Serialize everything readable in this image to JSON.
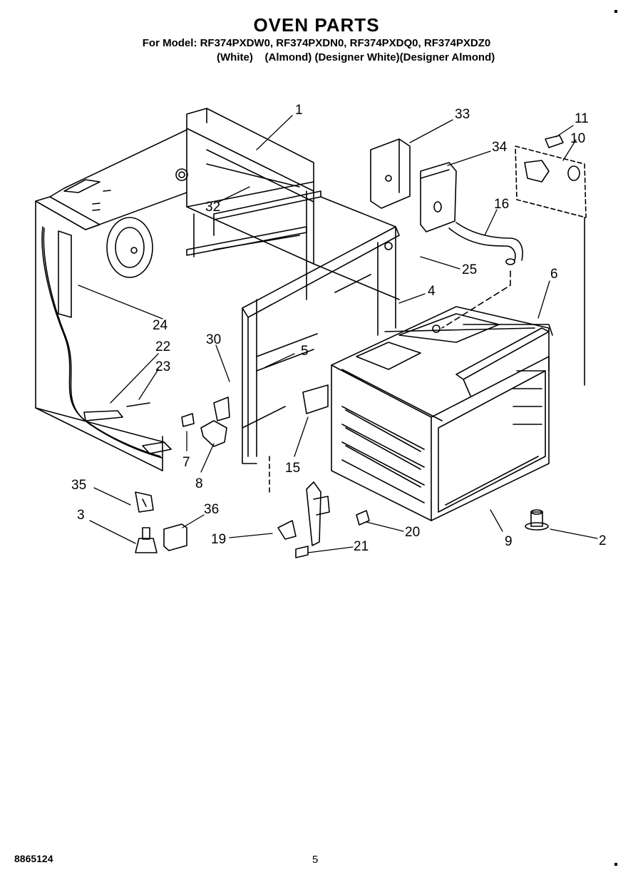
{
  "header": {
    "title": "OVEN PARTS",
    "models": "For Model: RF374PXDW0, RF374PXDN0, RF374PXDQ0, RF374PXDZ0",
    "variants": "(White)    (Almond) (Designer White)(Designer Almond)"
  },
  "footer": {
    "doc_number": "8865124",
    "page_number": "5"
  },
  "callouts": [
    {
      "id": "c1",
      "label": "1"
    },
    {
      "id": "c33",
      "label": "33"
    },
    {
      "id": "c11",
      "label": "11"
    },
    {
      "id": "c10",
      "label": "10"
    },
    {
      "id": "c34",
      "label": "34"
    },
    {
      "id": "c32",
      "label": "32"
    },
    {
      "id": "c16",
      "label": "16"
    },
    {
      "id": "c25",
      "label": "25"
    },
    {
      "id": "c6",
      "label": "6"
    },
    {
      "id": "c4",
      "label": "4"
    },
    {
      "id": "c24",
      "label": "24"
    },
    {
      "id": "c30",
      "label": "30"
    },
    {
      "id": "c22",
      "label": "22"
    },
    {
      "id": "c5",
      "label": "5"
    },
    {
      "id": "c23",
      "label": "23"
    },
    {
      "id": "c7",
      "label": "7"
    },
    {
      "id": "c8",
      "label": "8"
    },
    {
      "id": "c15",
      "label": "15"
    },
    {
      "id": "c35",
      "label": "35"
    },
    {
      "id": "c36",
      "label": "36"
    },
    {
      "id": "c3",
      "label": "3"
    },
    {
      "id": "c19",
      "label": "19"
    },
    {
      "id": "c20",
      "label": "20"
    },
    {
      "id": "c21",
      "label": "21"
    },
    {
      "id": "c9",
      "label": "9"
    },
    {
      "id": "c2",
      "label": "2"
    }
  ]
}
